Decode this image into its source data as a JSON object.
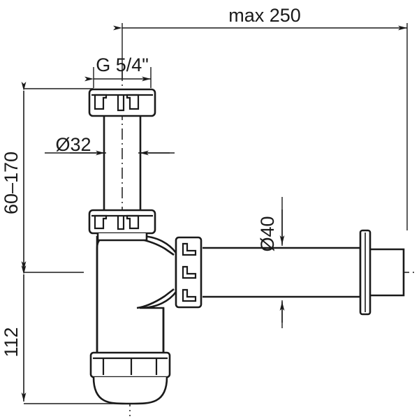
{
  "drawing": {
    "title": "Bottle trap technical dimension drawing",
    "background_color": "#ffffff",
    "line_color": "#1a1a1a",
    "units": "mm"
  },
  "dimensions": {
    "overall_length": "max 250",
    "inlet_thread": "G 5/4\"",
    "inlet_pipe_diameter": "Ø32",
    "outlet_pipe_diameter": "Ø40",
    "height_adjustable": "60–170",
    "height_to_bottom": "112"
  },
  "labels": [
    {
      "name": "max-250",
      "text": "max 250"
    },
    {
      "name": "g-thread",
      "text": "G 5/4\""
    },
    {
      "name": "dia-32",
      "text": "Ø32"
    },
    {
      "name": "dia-40",
      "text": "Ø40"
    },
    {
      "name": "height-range",
      "text": "60–170"
    },
    {
      "name": "height-112",
      "text": "112"
    }
  ],
  "parts": {
    "top_nut": "top-union-nut",
    "inlet_pipe": "inlet-pipe",
    "middle_nut": "middle-union-nut",
    "body": "trap-body",
    "side_nut": "side-outlet-nut",
    "outlet_pipe": "outlet-pipe",
    "wall_flange": "wall-flange",
    "bottom_nut": "bottom-cap-nut",
    "bottom_bowl": "bottom-bowl"
  }
}
